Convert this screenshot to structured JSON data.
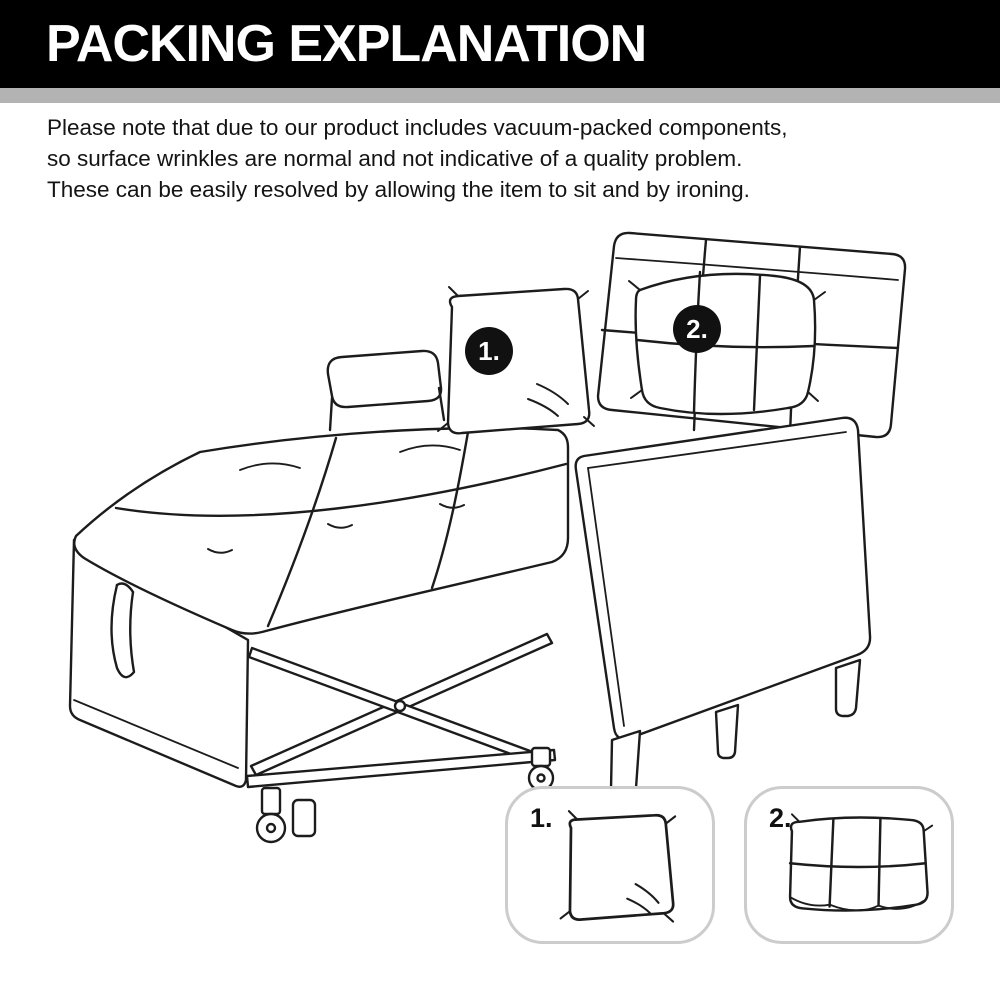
{
  "header": {
    "title": "PACKING EXPLANATION"
  },
  "note": {
    "lines": [
      "Please note that due to our product includes vacuum-packed components,",
      "so surface wrinkles are normal and not indicative of a quality problem.",
      "These can be easily resolved by allowing the item to sit and by ironing."
    ]
  },
  "diagram": {
    "badges": [
      {
        "label": "1."
      },
      {
        "label": "2."
      }
    ]
  },
  "legend": {
    "items": [
      {
        "label": "1.",
        "icon": "plain-pillow"
      },
      {
        "label": "2.",
        "icon": "tufted-pillow"
      }
    ]
  },
  "colors": {
    "header_bg": "#000000",
    "header_text": "#ffffff",
    "divider": "#b3b3b3",
    "line_art": "#1c1c1c",
    "legend_border": "#cccccc"
  }
}
